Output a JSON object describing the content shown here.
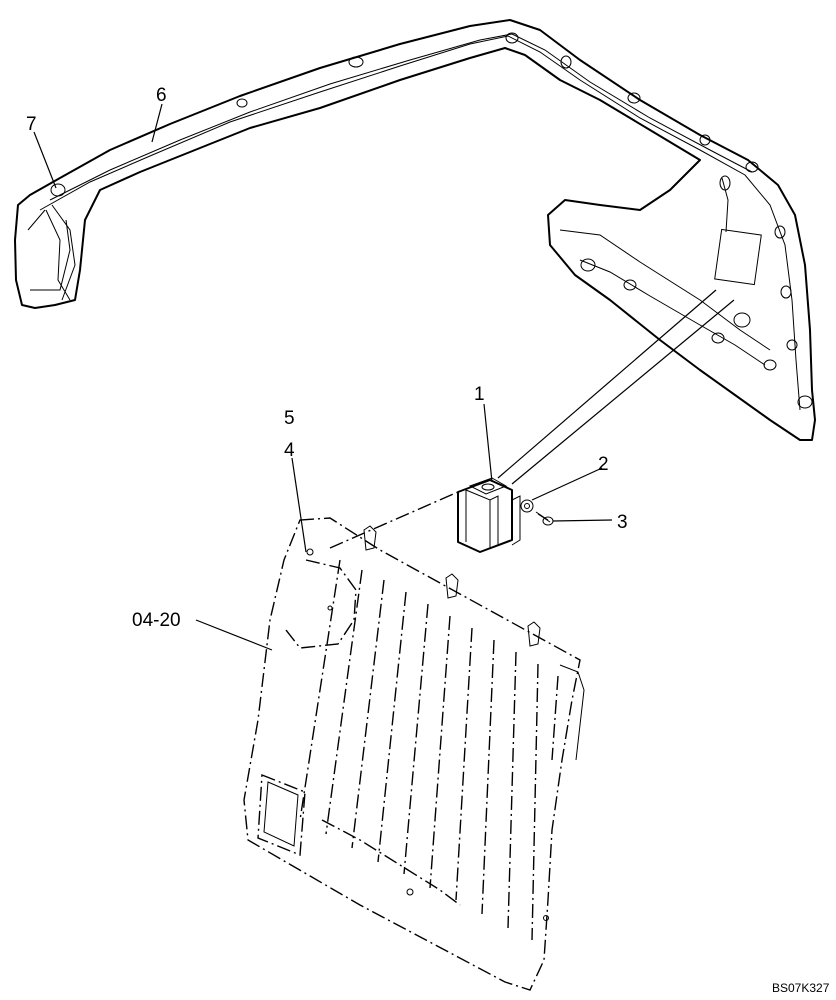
{
  "callouts": {
    "c1": "1",
    "c2": "2",
    "c3": "3",
    "c4": "4",
    "c5": "5",
    "c6": "6",
    "c7": "7",
    "c0420": "04-20"
  },
  "reference_code": "BS07K327"
}
